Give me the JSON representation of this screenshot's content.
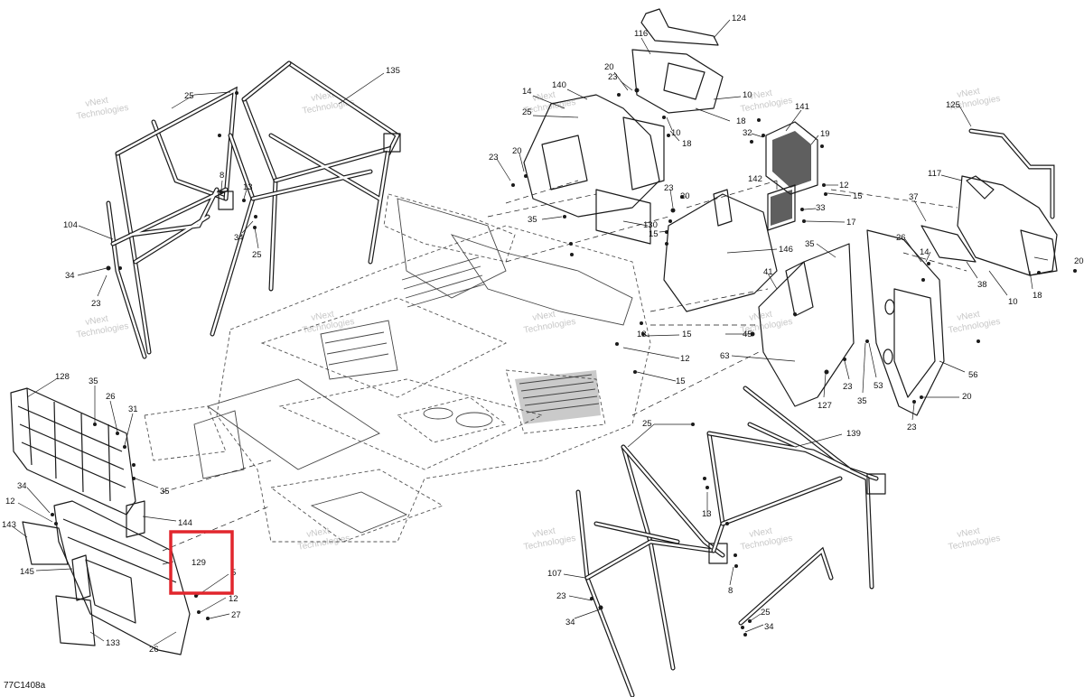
{
  "drawing_code": "77C1408a",
  "watermark": [
    "vNext",
    "Technologies"
  ],
  "highlight_color": "#e1262d",
  "callouts": {
    "c124": "124",
    "c116": "116",
    "c20a": "20",
    "c23a": "23",
    "c140": "140",
    "c14a": "14",
    "c25a": "25",
    "c10a": "10",
    "c18a": "18",
    "c18b": "18",
    "c10b": "10",
    "c141": "141",
    "c32": "32",
    "c19": "19",
    "c12a": "12",
    "c15a": "15",
    "c33": "33",
    "c142": "142",
    "c17": "17",
    "c125": "125",
    "c117": "117",
    "c37": "37",
    "c26a": "26",
    "c14b": "14",
    "c20b": "20",
    "c38": "38",
    "c10c": "10",
    "c18c": "18",
    "c135": "135",
    "c25b": "25",
    "c8a": "8",
    "c13a": "13",
    "c34a": "34",
    "c25c": "25",
    "c104": "104",
    "c34b": "34",
    "c23b": "23",
    "c23c": "23",
    "c20c": "20",
    "c35a": "35",
    "c23d": "23",
    "c20d": "20",
    "c15b": "15",
    "c130": "130",
    "c146": "146",
    "c35b": "35",
    "c41": "41",
    "c13b": "13",
    "c15c": "15",
    "c12b": "12",
    "c15d": "15",
    "c45": "45",
    "c63": "63",
    "c53": "53",
    "c23e": "23",
    "c35c": "35",
    "c127": "127",
    "c56": "56",
    "c20e": "20",
    "c23f": "23",
    "c128": "128",
    "c35d": "35",
    "c26b": "26",
    "c31": "31",
    "c35e": "35",
    "c34c": "34",
    "c12c": "12",
    "c144": "144",
    "c143": "143",
    "c129": "129",
    "c145": "145",
    "c5": "5",
    "c12d": "12",
    "c27": "27",
    "c26c": "26",
    "c133": "133",
    "c25d": "25",
    "c139": "139",
    "c13c": "13",
    "c107": "107",
    "c8b": "8",
    "c23g": "23",
    "c34d": "34",
    "c25e": "25",
    "c34e": "34"
  }
}
